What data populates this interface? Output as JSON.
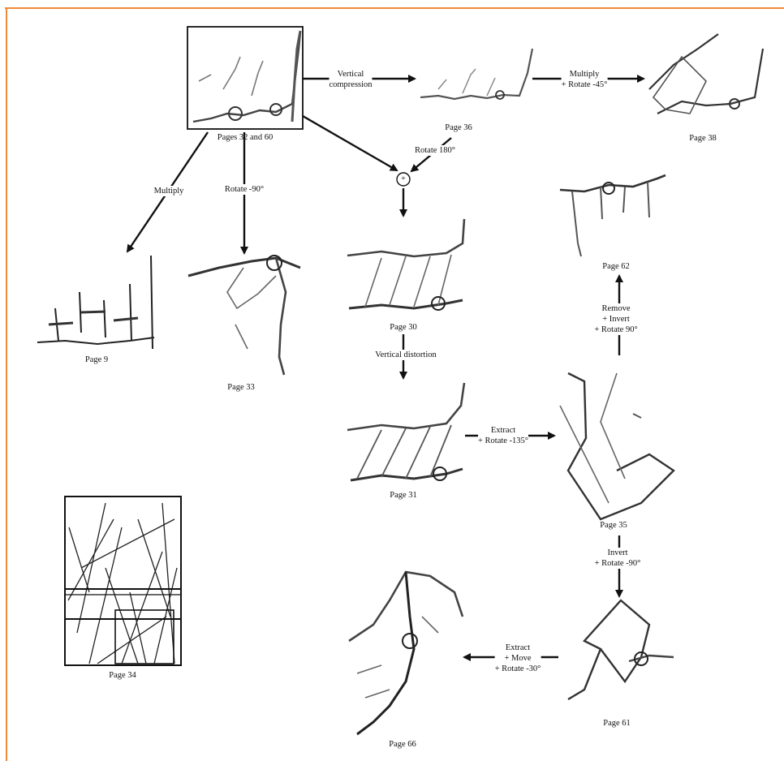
{
  "colors": {
    "frame": "#f08a3a",
    "ink": "#111111"
  },
  "pages": {
    "p32_60": "Pages 32 and 60",
    "p36": "Page 36",
    "p38": "Page 38",
    "p9": "Page 9",
    "p33": "Page 33",
    "p30": "Page 30",
    "p31": "Page 31",
    "p62": "Page 62",
    "p35": "Page 35",
    "p34": "Page 34",
    "p61": "Page 61",
    "p66": "Page 66"
  },
  "operations": {
    "vertical_compression": [
      "Vertical",
      "compression"
    ],
    "multiply_rotate": [
      "Multiply",
      "+ Rotate -45°"
    ],
    "rotate_180": "Rotate 180°",
    "multiply": "Multiply",
    "rotate_neg90": "Rotate -90°",
    "combine_symbol": "+",
    "vertical_distortion": "Vertical distortion",
    "extract_rotate": [
      "Extract",
      "+ Rotate -135°"
    ],
    "remove_invert_rotate": [
      "Remove",
      "+ Invert",
      "+ Rotate 90°"
    ],
    "invert_rotate": [
      "Invert",
      "+ Rotate -90°"
    ],
    "extract_move_rotate": [
      "Extract",
      "+ Move",
      "+ Rotate -30°"
    ]
  }
}
